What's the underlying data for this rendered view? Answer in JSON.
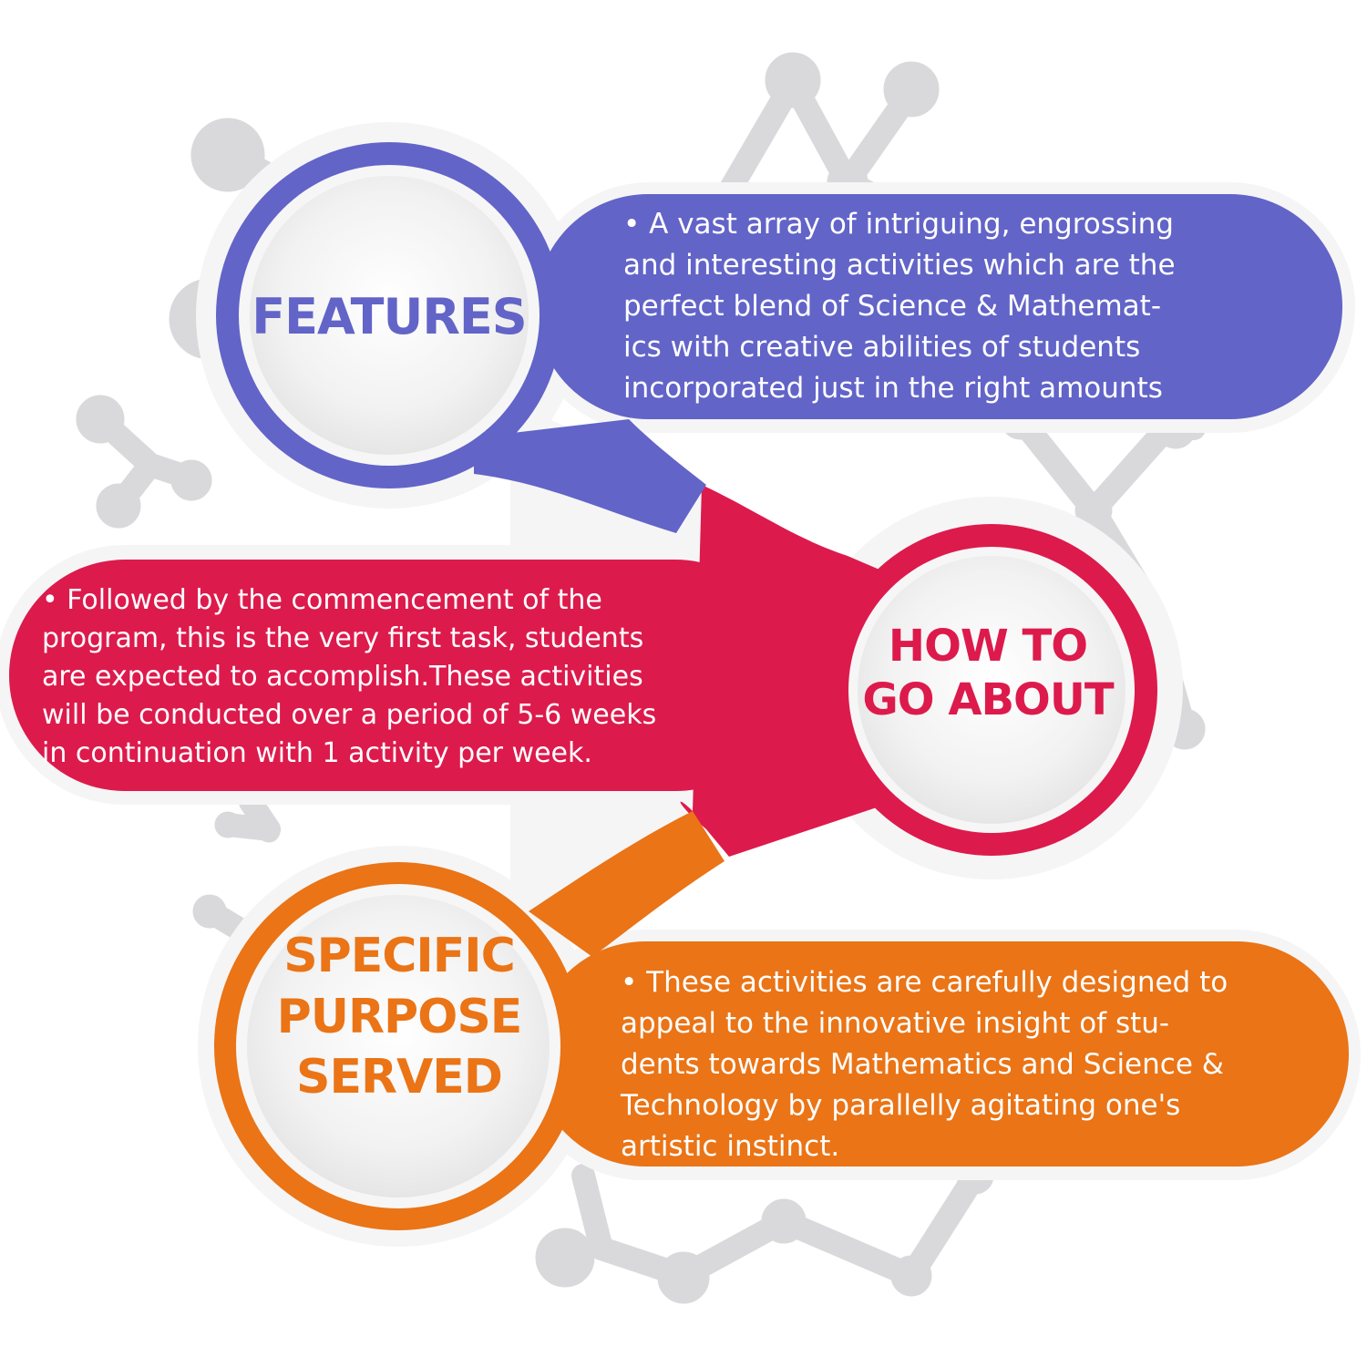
{
  "colors": {
    "features": "#6264C8",
    "how": "#DD1A4C",
    "purpose": "#EA7416",
    "molecule": "#D9D9DB",
    "lens": "#F4F4F4",
    "ring_outer": "#F6F6F6"
  },
  "sections": {
    "features": {
      "title": "FEATURES",
      "text": "• A vast array of intriguing, engrossing\nand interesting activities which are the\nperfect blend of Science & Mathemat-\nics with creative abilities of students\nincorporated just in the right amounts"
    },
    "how": {
      "title": "HOW TO\nGO ABOUT",
      "text": "• Followed by the commencement of the\nprogram, this is the very first task, students\nare expected to accomplish.These activities\nwill be conducted over a period of 5-6 weeks\nin continuation with 1 activity per week."
    },
    "purpose": {
      "title": "SPECIFIC\nPURPOSE\nSERVED",
      "text": "• These activities are carefully designed to\nappeal to the innovative insight of stu-\ndents towards Mathematics and Science &\nTechnology by parallelly agitating one's\nartistic instinct."
    }
  }
}
